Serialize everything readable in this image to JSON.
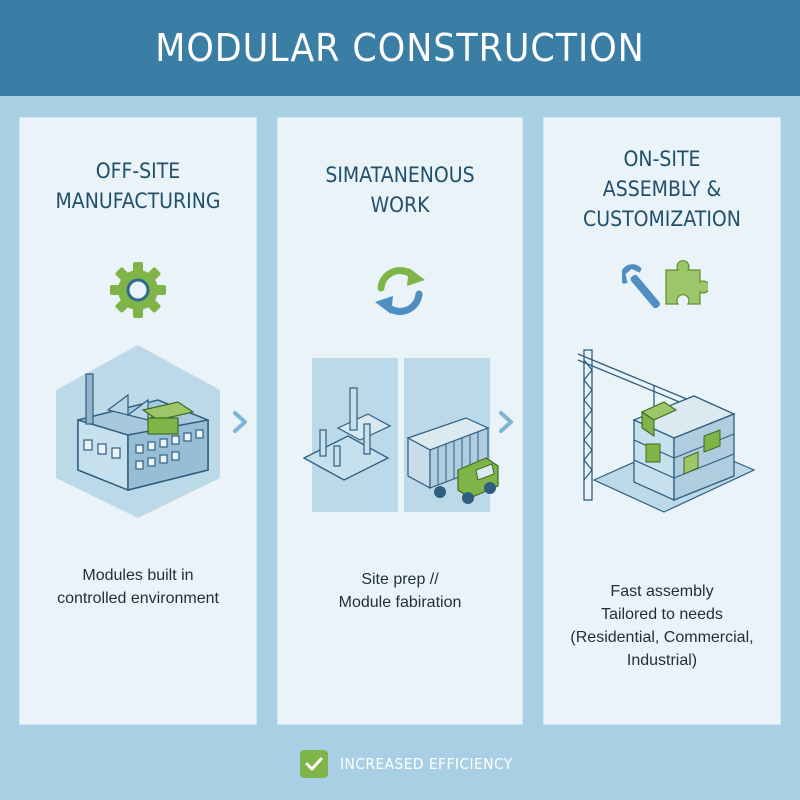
{
  "title": "MODULAR CONSTRUCTION",
  "panels": [
    {
      "title_lines": [
        "OFF-SITE",
        "MANUFACTURING"
      ],
      "icon": "gear-icon",
      "desc_lines": [
        "Modules built in",
        "controlled environment"
      ]
    },
    {
      "title_lines": [
        "SIMATANENOUS",
        "WORK"
      ],
      "icon": "cycle-arrows-icon",
      "desc_lines": [
        "Site prep //",
        "Module fabiration"
      ]
    },
    {
      "title_lines": [
        "ON-SITE",
        "ASSEMBLY &",
        "CUSTOMIZATION"
      ],
      "icon": "wrench-puzzle-icon",
      "desc_lines": [
        "Fast assembly",
        "Tailored to needs",
        "(Residential, Commercial,",
        "Industrial)"
      ]
    }
  ],
  "badge": {
    "label": "INCREASED EFFICIENCY",
    "icon": "checkmark-icon"
  },
  "colors": {
    "header": "#3a7ea6",
    "background": "#a9cfe4",
    "panel": "#eaf3f8",
    "accent_green": "#7fb449",
    "title_text": "#1f4f6b"
  }
}
